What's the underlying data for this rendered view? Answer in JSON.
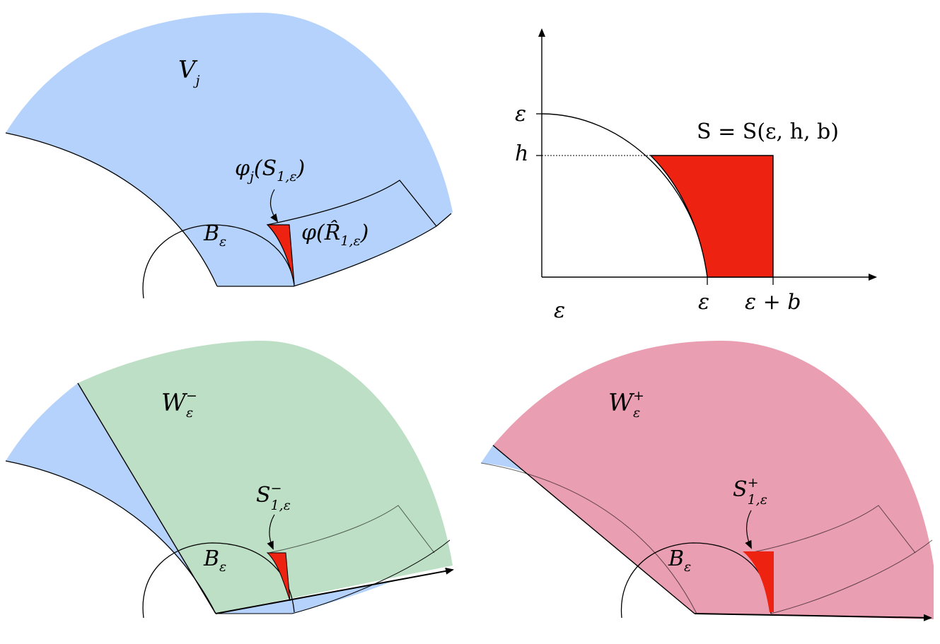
{
  "panels": {
    "top_left": {
      "region_label": "V",
      "region_sub": "j",
      "ball_label": "B",
      "ball_sub": "ε",
      "phi_s_label": "φ",
      "phi_s_sub": "j",
      "phi_s_arg": "(S",
      "phi_s_arg_sub": "1,ε",
      "phi_s_close": ")",
      "phi_r_label": "φ(R̂",
      "phi_r_sub": "1,ε",
      "phi_r_close": ")",
      "colors": {
        "fill": "#b4d2fb",
        "small_region": "#ee2211"
      }
    },
    "top_right": {
      "equation": "S = S(ε, h, b)",
      "y_tick_eps": "ε",
      "y_tick_h": "h",
      "x_tick_eps": "ε",
      "x_tick_eps_b": "ε + b",
      "origin_label": "ε",
      "colors": {
        "fill": "#ee2211"
      }
    },
    "bottom_left": {
      "region_label": "W",
      "region_sub": "ε",
      "region_sup": "−",
      "set_label": "S",
      "set_sub": "1,ε",
      "set_sup": "−",
      "ball_label": "B",
      "ball_sub": "ε",
      "colors": {
        "fill": "#bddfc5",
        "under": "#b4d2fb",
        "small_region": "#ee2211"
      }
    },
    "bottom_right": {
      "region_label": "W",
      "region_sub": "ε",
      "region_sup": "+",
      "set_label": "S",
      "set_sub": "1,ε",
      "set_sup": "+",
      "ball_label": "B",
      "ball_sub": "ε",
      "colors": {
        "fill": "#ea9eb2",
        "under": "#b4d2fb",
        "small_region": "#ee2211"
      }
    }
  }
}
